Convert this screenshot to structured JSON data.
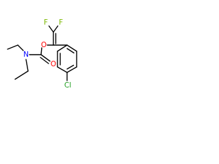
{
  "colors": {
    "background": "#ffffff",
    "bond": "#000000",
    "fluorine": "#7ab800",
    "oxygen": "#ff0000",
    "nitrogen": "#0000ff",
    "chlorine": "#1f9e1f"
  },
  "atom_labels": {
    "f_left": "F",
    "f_right": "F",
    "o_ester": "O",
    "o_carbonyl": "O",
    "n_amide": "N",
    "cl": "Cl"
  }
}
